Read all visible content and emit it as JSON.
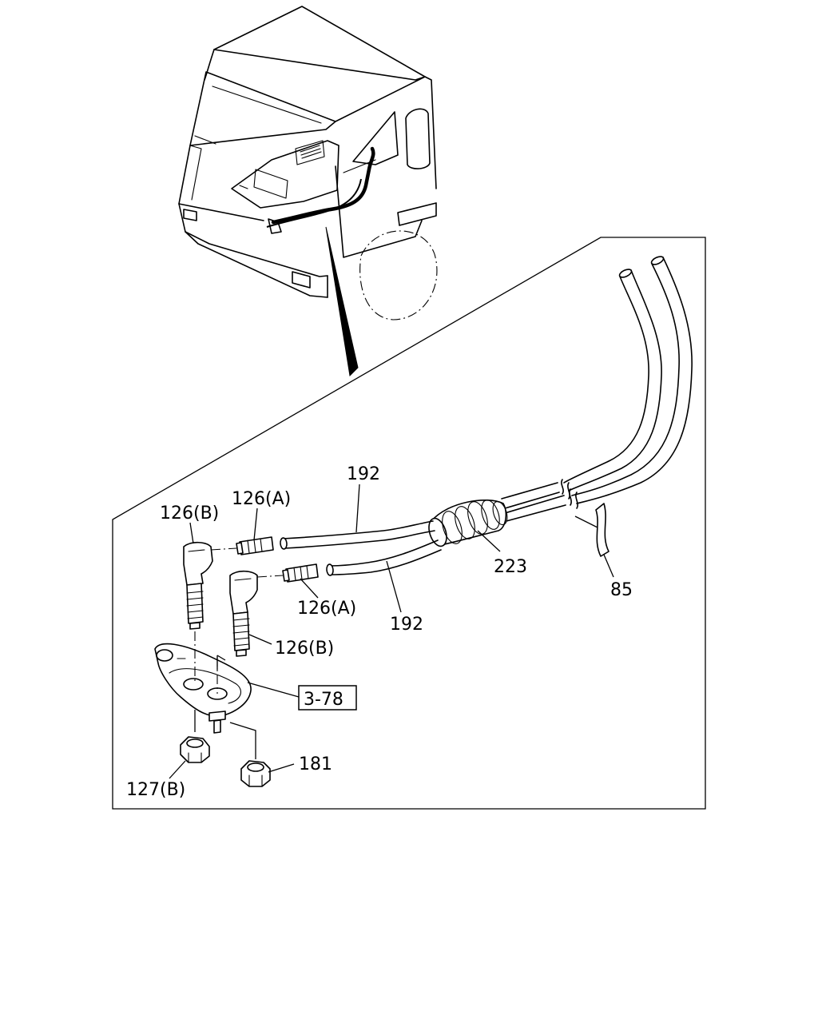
{
  "callouts": {
    "c192_top": "192",
    "c126a_top": "126(A)",
    "c126b_top": "126(B)",
    "c223": "223",
    "c85": "85",
    "c126a_bottom": "126(A)",
    "c192_bottom": "192",
    "c126b_bottom": "126(B)",
    "ref_3_78": "3-78",
    "c181": "181",
    "c127b": "127(B)"
  }
}
